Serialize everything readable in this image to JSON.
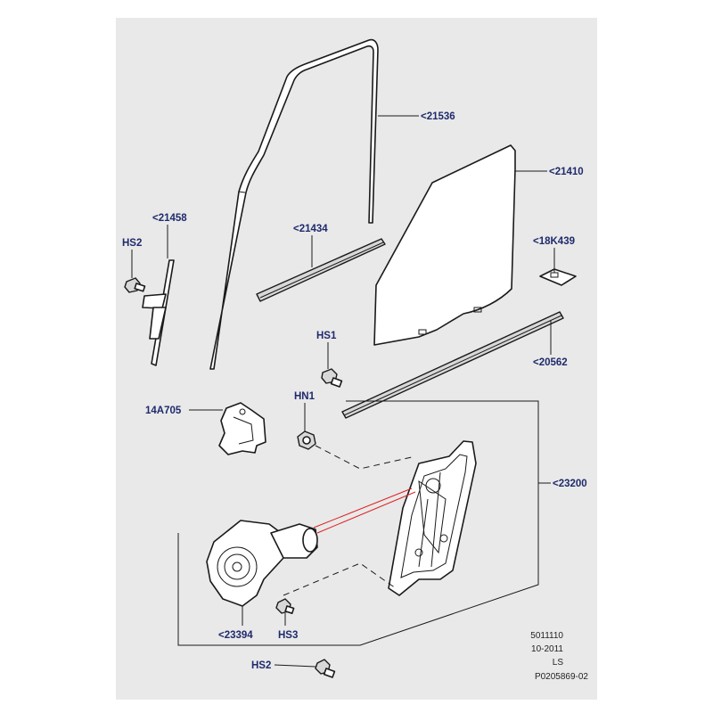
{
  "labels": {
    "l21536": "<21536",
    "l21410": "<21410",
    "l21458": "<21458",
    "l21434": "<21434",
    "lHS2a": "HS2",
    "l18K439": "<18K439",
    "lHS1": "HS1",
    "l20562": "<20562",
    "l14A705": "14A705",
    "lHN1": "HN1",
    "l23200": "<23200",
    "l23394": "<23394",
    "lHS3": "HS3",
    "lHS2b": "HS2"
  },
  "metadata": {
    "code": "5011110",
    "date": "10-2011",
    "flag": "LS",
    "ref": "P0205869-02"
  }
}
